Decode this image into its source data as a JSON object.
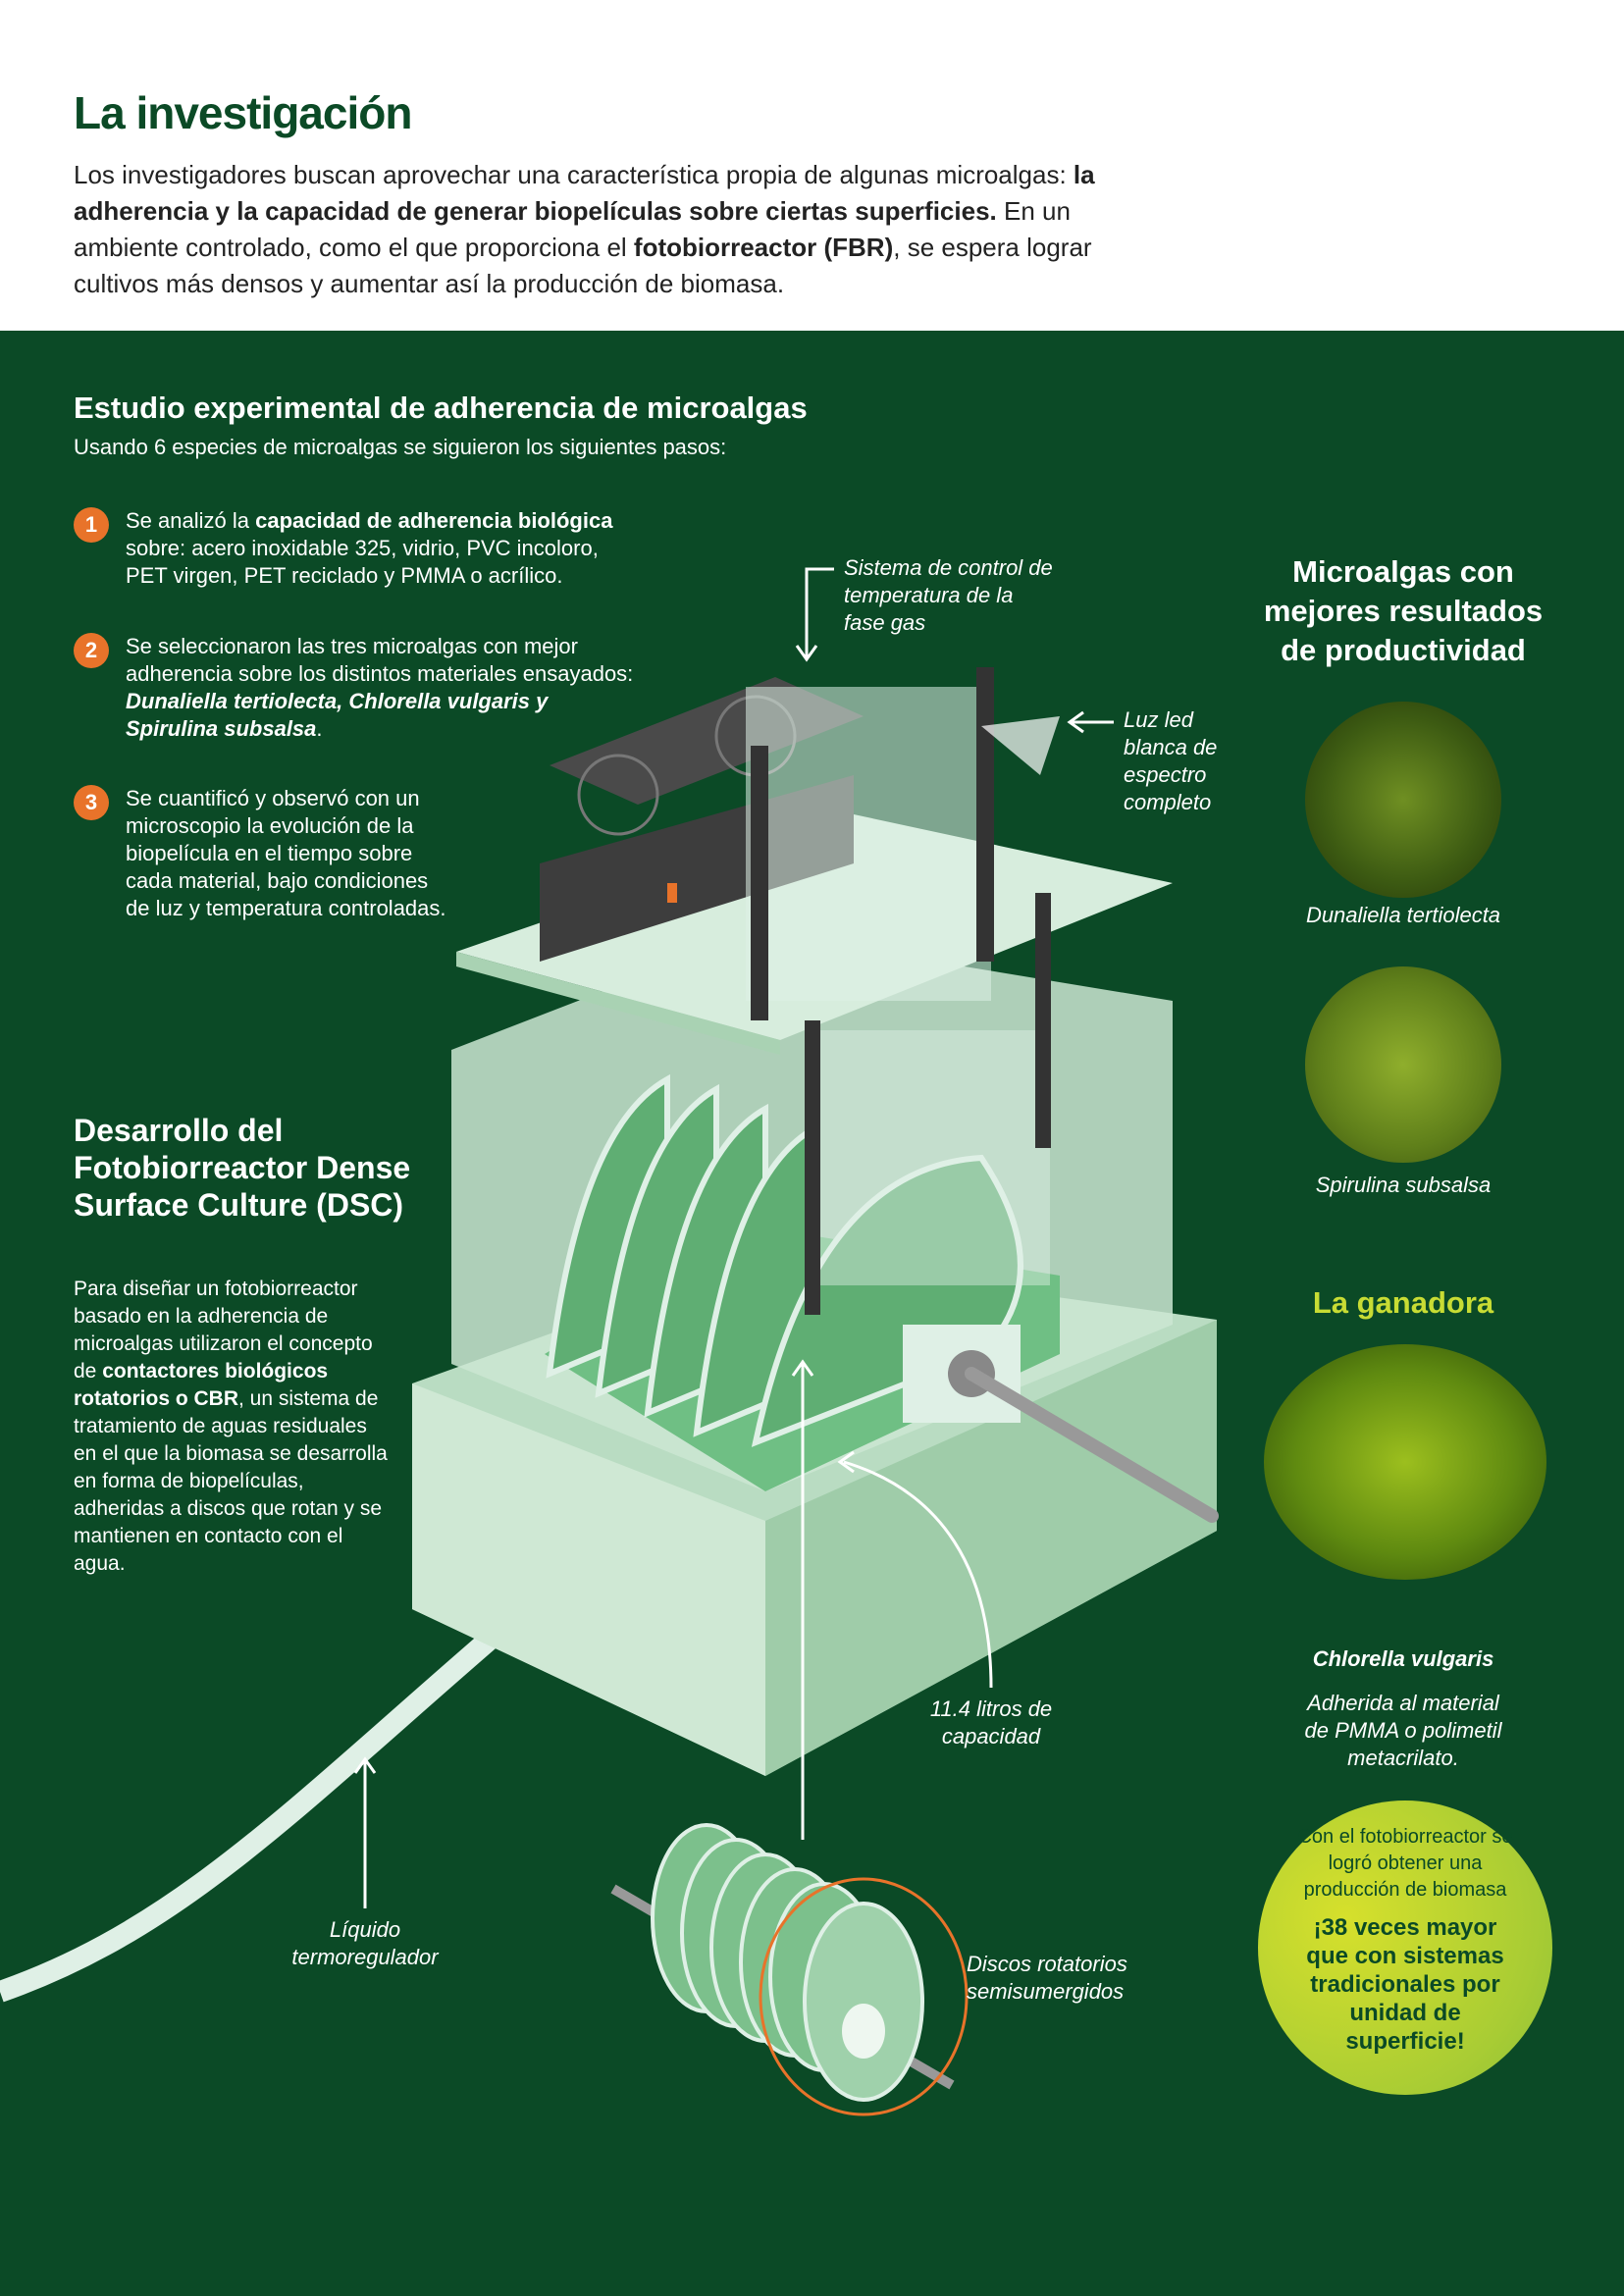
{
  "header": {
    "title": "La investigación",
    "intro": {
      "p1": "Los investigadores buscan aprovechar una característica propia de algunas microalgas: ",
      "b1": "la adherencia y la capacidad de generar biopelículas sobre ciertas superficies.",
      "p2": " En un ambiente controlado, como el que proporciona el ",
      "b2": "fotobiorreactor (FBR)",
      "p3": ", se espera lograr cultivos más densos y aumentar así la producción de biomasa."
    }
  },
  "study": {
    "title": "Estudio experimental de adherencia de microalgas",
    "subtitle": "Usando 6 especies de microalgas se siguieron los siguientes pasos:",
    "steps": [
      {
        "num": "1",
        "a": "Se analizó la ",
        "b": "capacidad de adherencia biológica",
        "c": " sobre: acero inoxidable 325, vidrio, PVC incoloro, PET virgen, PET reciclado y PMMA o acrílico."
      },
      {
        "num": "2",
        "a": "Se seleccionaron las tres microalgas con mejor adherencia sobre los distintos materiales ensayados: ",
        "b": "Dunaliella tertiolecta, Chlorella vulgaris y Spirulina subsalsa",
        "c": "."
      },
      {
        "num": "3",
        "a": "Se cuantificó y observó con un microscopio la evolución de la biopelícula en el tiempo sobre cada material, bajo condiciones de luz y temperatura controladas.",
        "b": "",
        "c": ""
      }
    ]
  },
  "development": {
    "title": "Desarrollo del Fotobiorreactor Dense Surface Culture (DSC)",
    "a": "Para diseñar un fotobiorreactor basado en la adherencia de microalgas utilizaron el concepto de ",
    "b": "contactores biológicos rotatorios o CBR",
    "c": ", un sistema de tratamiento de aguas residuales en el que la biomasa se desarrolla en forma de biopelículas, adheridas a discos que rotan y se mantienen en contacto con el agua."
  },
  "diagram": {
    "temp_control": "Sistema de control de temperatura de la fase gas",
    "led": "Luz led blanca de espectro completo",
    "capacity": "11.4 litros de capacidad",
    "liquid": "Líquido termoregulador",
    "discs": "Discos rotatorios semisumergidos"
  },
  "results": {
    "title": "Microalgas con mejores resultados de productividad",
    "species": [
      "Dunaliella tertiolecta",
      "Spirulina subsalsa"
    ],
    "winner_label": "La ganadora",
    "winner": "Chlorella vulgaris",
    "winner_note": "Adherida al material de PMMA o polimetil metacrilato.",
    "highlight": {
      "intro": "Con el fotobiorreactor se logró obtener una producción de biomasa",
      "claim": "¡38 veces mayor que con sistemas tradicionales por unidad de superficie!"
    }
  },
  "colors": {
    "dark_green": "#0b4a26",
    "orange": "#e8732a",
    "lime": "#c8dc34"
  }
}
